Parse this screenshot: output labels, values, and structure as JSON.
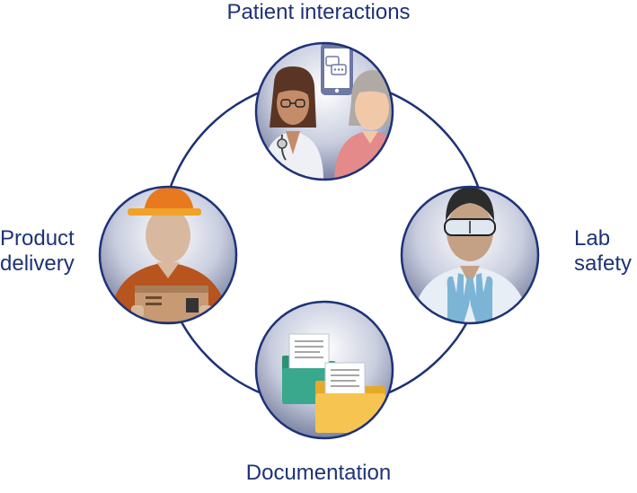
{
  "colors": {
    "ring": "#1e3277",
    "text": "#1e3277",
    "circle_top": "#ffffff",
    "circle_bottom": "#6c7596"
  },
  "nodes": {
    "top": {
      "label": "Patient interactions",
      "icon": "doctor-patient-phone-icon"
    },
    "right": {
      "label_lines": [
        "Lab",
        "safety"
      ],
      "icon": "lab-worker-goggles-icon"
    },
    "bottom": {
      "label": "Documentation",
      "icon": "document-folders-icon"
    },
    "left": {
      "label_lines": [
        "Product",
        "delivery"
      ],
      "icon": "delivery-person-box-icon"
    }
  }
}
